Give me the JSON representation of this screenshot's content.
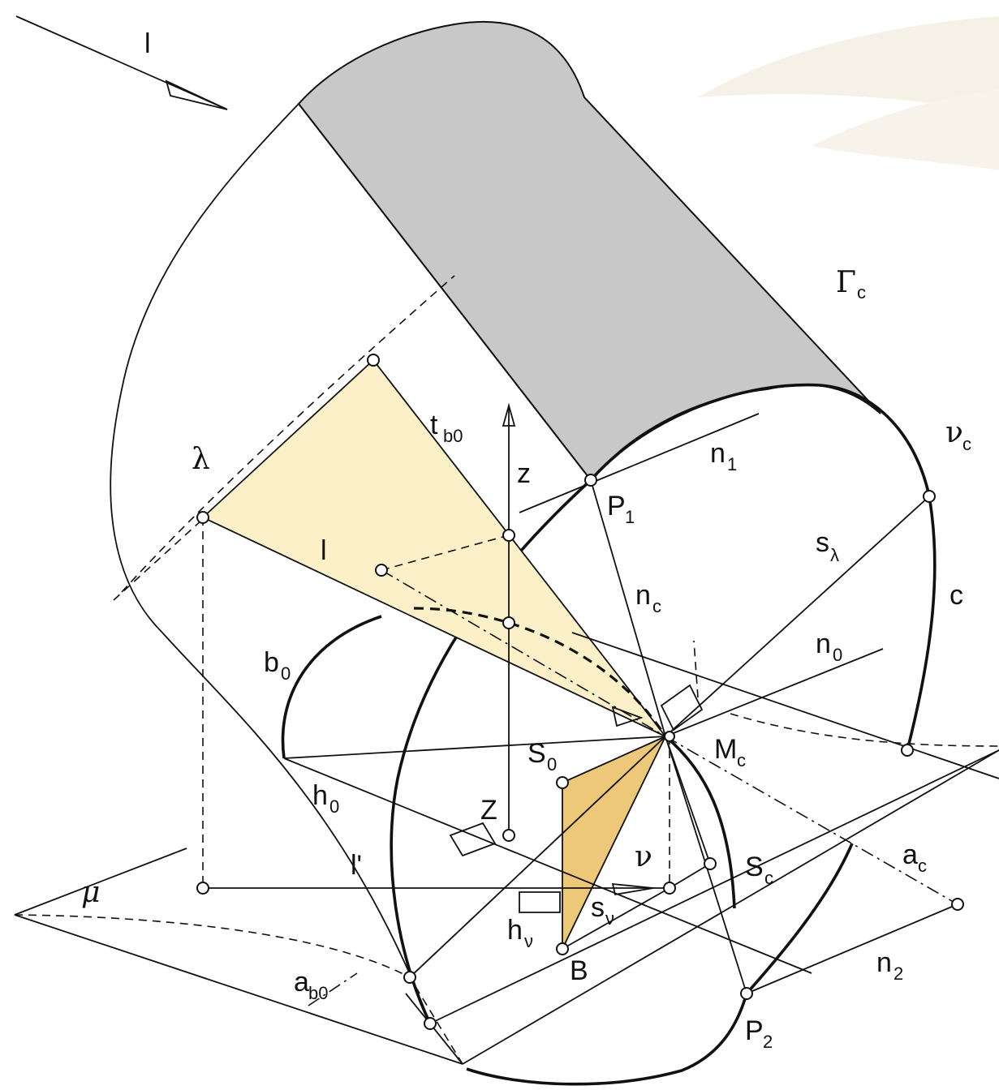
{
  "labels": {
    "l_top": "l",
    "gamma_c": "Γ",
    "gamma_c_sub": "c",
    "lambda": "λ",
    "t_b0": "t",
    "t_b0_sub": "b0",
    "z": "z",
    "n1": "n",
    "n1_sub": "1",
    "nu_c": "ν",
    "nu_c_sub": "c",
    "p1": "P",
    "p1_sub": "1",
    "l_mid": "l",
    "s_lambda": "s",
    "s_lambda_sub": "λ",
    "n_c": "n",
    "n_c_sub": "c",
    "c": "c",
    "b0": "b",
    "b0_sub": "0",
    "n0": "n",
    "n0_sub": "0",
    "s0": "S",
    "s0_sub": "0",
    "m_c": "M",
    "m_c_sub": "c",
    "h0": "h",
    "h0_sub": "0",
    "z_cap": "Z",
    "l_prime": "l'",
    "nu": "ν",
    "s_c": "S",
    "s_c_sub": "c",
    "a_c": "a",
    "a_c_sub": "c",
    "mu": "μ",
    "s_nu": "s",
    "s_nu_sub": "ν",
    "h_nu": "h",
    "h_nu_sub": "ν",
    "b": "B",
    "n2": "n",
    "n2_sub": "2",
    "a_b0": "a",
    "a_b0_sub": "b0",
    "p2": "P",
    "p2_sub": "2"
  },
  "colors": {
    "shadow_gray": "#c8c8c8",
    "lambda_fill": "#fbf0c8",
    "triangle_fill": "#ecc878",
    "ink": "#111111",
    "watermark": "#efe6d3"
  }
}
